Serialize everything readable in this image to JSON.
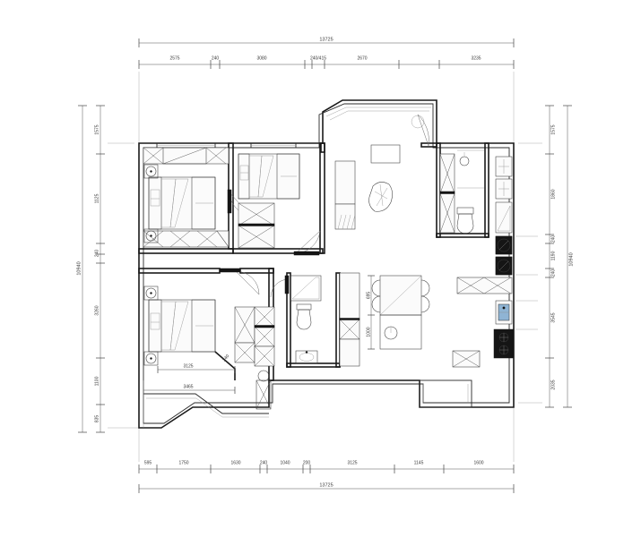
{
  "document": {
    "type": "architectural-floor-plan",
    "title": "Residential Apartment Floor Plan",
    "background_color": "#ffffff",
    "line_color": "#1a1a1a",
    "dimension_color": "#3a3a3a",
    "accent_color": "#8fb4d4"
  },
  "dimensions": {
    "units": "mm",
    "top_overall": {
      "label": "13725",
      "segments": [
        {
          "label": "2575"
        },
        {
          "label": "240"
        },
        {
          "label": "3080"
        },
        {
          "label": "240/415"
        },
        {
          "label": "2670"
        },
        {
          "label": "3235"
        }
      ]
    },
    "bottom_overall": {
      "label": "13725",
      "segments": [
        {
          "label": "595"
        },
        {
          "label": "1750"
        },
        {
          "label": "1630"
        },
        {
          "label": "240"
        },
        {
          "label": "1040"
        },
        {
          "label": "200"
        },
        {
          "label": "3125"
        },
        {
          "label": "1145"
        },
        {
          "label": "1600"
        }
      ]
    },
    "left_overall": {
      "label": "10940",
      "segments": [
        {
          "label": "1575"
        },
        {
          "label": "1125"
        },
        {
          "label": "240"
        },
        {
          "label": "3260"
        },
        {
          "label": "1100"
        },
        {
          "label": "835"
        }
      ]
    },
    "right_overall": {
      "label": "10940",
      "segments": [
        {
          "label": "1575"
        },
        {
          "label": "1860"
        },
        {
          "label": "240"
        },
        {
          "label": "1190"
        },
        {
          "label": "240"
        },
        {
          "label": "3545"
        },
        {
          "label": "2035"
        }
      ]
    },
    "interior": [
      {
        "label": "3125"
      },
      {
        "label": "3465"
      },
      {
        "label": "240"
      },
      {
        "label": "695"
      },
      {
        "label": "1000"
      }
    ]
  },
  "rooms": [
    {
      "name": "master-bedroom",
      "label": ""
    },
    {
      "name": "bedroom-two",
      "label": ""
    },
    {
      "name": "bedroom-three",
      "label": ""
    },
    {
      "name": "living-dining-room",
      "label": ""
    },
    {
      "name": "kitchen",
      "label": ""
    },
    {
      "name": "bathroom-main",
      "label": ""
    },
    {
      "name": "bathroom-secondary",
      "label": ""
    },
    {
      "name": "entry-balcony",
      "label": ""
    },
    {
      "name": "south-balcony",
      "label": ""
    }
  ],
  "fixtures": [
    {
      "name": "double-bed-master"
    },
    {
      "name": "double-bed-two"
    },
    {
      "name": "double-bed-three"
    },
    {
      "name": "wardrobe-master"
    },
    {
      "name": "wardrobe-two"
    },
    {
      "name": "wardrobe-three"
    },
    {
      "name": "dining-table"
    },
    {
      "name": "dining-chair"
    },
    {
      "name": "sofa"
    },
    {
      "name": "coffee-table"
    },
    {
      "name": "armchair"
    },
    {
      "name": "tv-cabinet"
    },
    {
      "name": "toilet-main"
    },
    {
      "name": "toilet-secondary"
    },
    {
      "name": "washbasin"
    },
    {
      "name": "shower"
    },
    {
      "name": "kitchen-sink"
    },
    {
      "name": "gas-stove"
    },
    {
      "name": "washing-machine"
    },
    {
      "name": "refrigerator"
    },
    {
      "name": "ceiling-lamp"
    },
    {
      "name": "nightstand"
    },
    {
      "name": "shoe-cabinet"
    }
  ]
}
